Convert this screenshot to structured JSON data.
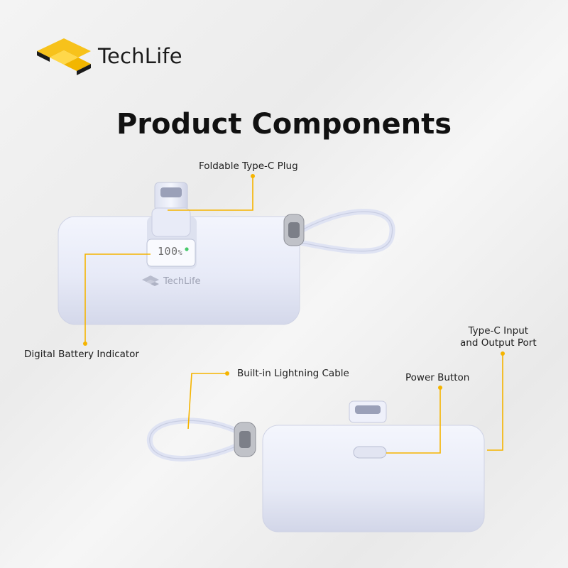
{
  "brand": {
    "name": "TechLife",
    "color": "#f7c21b"
  },
  "page": {
    "title": "Product Components"
  },
  "callouts": {
    "foldable_plug": "Foldable Type-C Plug",
    "battery_indicator": "Digital Battery Indicator",
    "lightning_cable": "Built-in Lightning Cable",
    "power_button": "Power Button",
    "port_line1": "Type-C Input",
    "port_line2": "and Output Port"
  },
  "device": {
    "display_value": "100",
    "display_unit": "%",
    "logo_text": "TechLife",
    "body_color": "#eef0fa",
    "leader_color": "#f5b400"
  }
}
